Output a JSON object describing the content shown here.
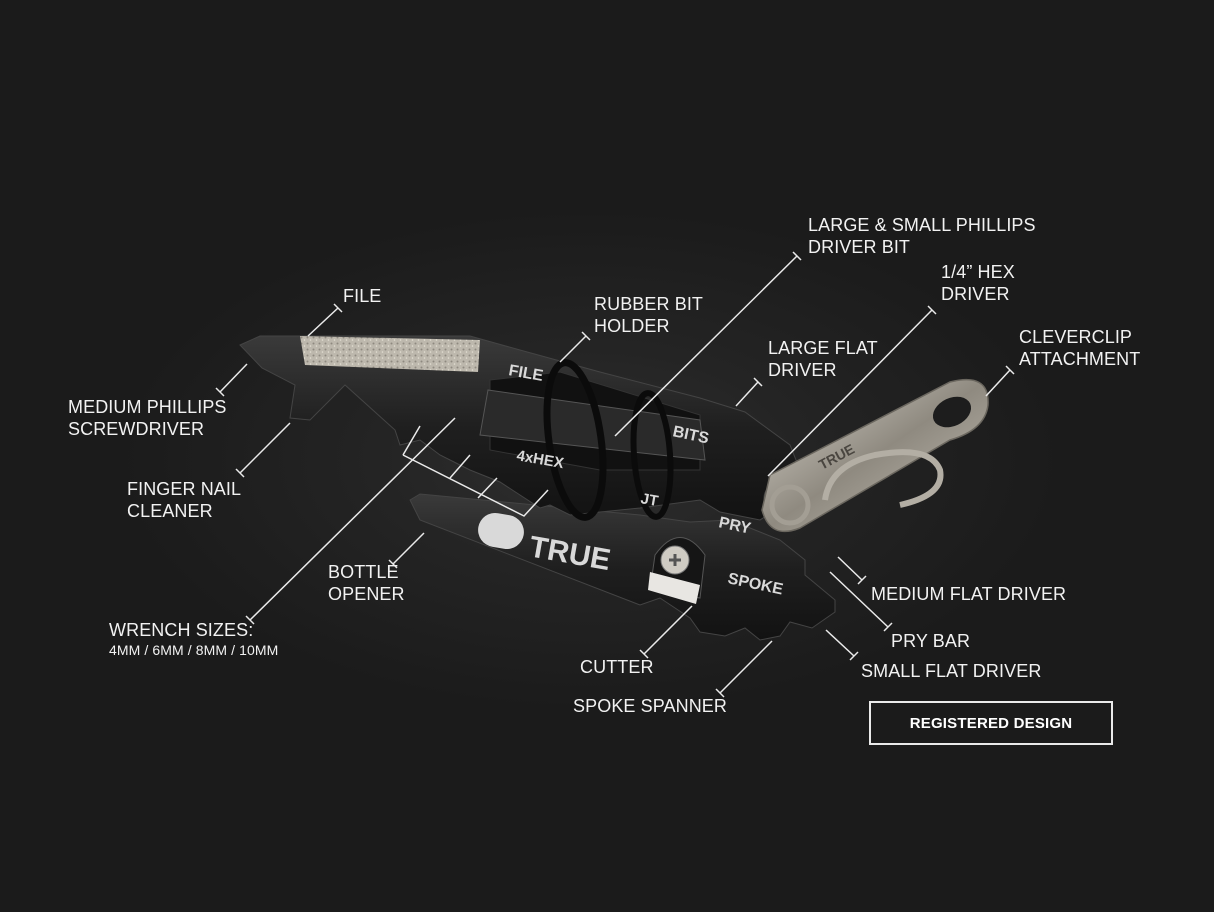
{
  "labels": {
    "file": "FILE",
    "medium_phillips_1": "MEDIUM PHILLIPS",
    "medium_phillips_2": "SCREWDRIVER",
    "finger_nail_1": "FINGER NAIL",
    "finger_nail_2": "CLEANER",
    "rubber_bit_1": "RUBBER BIT",
    "rubber_bit_2": "HOLDER",
    "large_small_phillips_1": "LARGE & SMALL PHILLIPS",
    "large_small_phillips_2": "DRIVER BIT",
    "hex_driver_1": "1/4” HEX",
    "hex_driver_2": "DRIVER",
    "large_flat_1": "LARGE FLAT",
    "large_flat_2": "DRIVER",
    "cleverclip_1": "CLEVERCLIP",
    "cleverclip_2": "ATTACHMENT",
    "bottle_opener_1": "BOTTLE",
    "bottle_opener_2": "OPENER",
    "wrench_sizes": "WRENCH SIZES:",
    "wrench_sizes_values": "4MM / 6MM / 8MM / 10MM",
    "medium_flat": "MEDIUM FLAT DRIVER",
    "pry_bar": "PRY BAR",
    "small_flat": "SMALL FLAT DRIVER",
    "cutter": "CUTTER",
    "spoke_spanner": "SPOKE SPANNER"
  },
  "badge": "REGISTERED DESIGN",
  "tool_etchings": {
    "file": "FILE",
    "bits": "BITS",
    "hex": "4xHEX",
    "nut": "JT",
    "pry": "PRY",
    "spoke": "SPOKE",
    "logo": "TRUE",
    "clip_logo": "TRUE"
  },
  "colors": {
    "background": "#1b1b1b",
    "tool_body": "#1e1e1e",
    "text": "#f2f2f2",
    "leader_line": "#eaeaea",
    "file_surface": "#b8b3a8",
    "clip_steel": "#9a958c"
  }
}
